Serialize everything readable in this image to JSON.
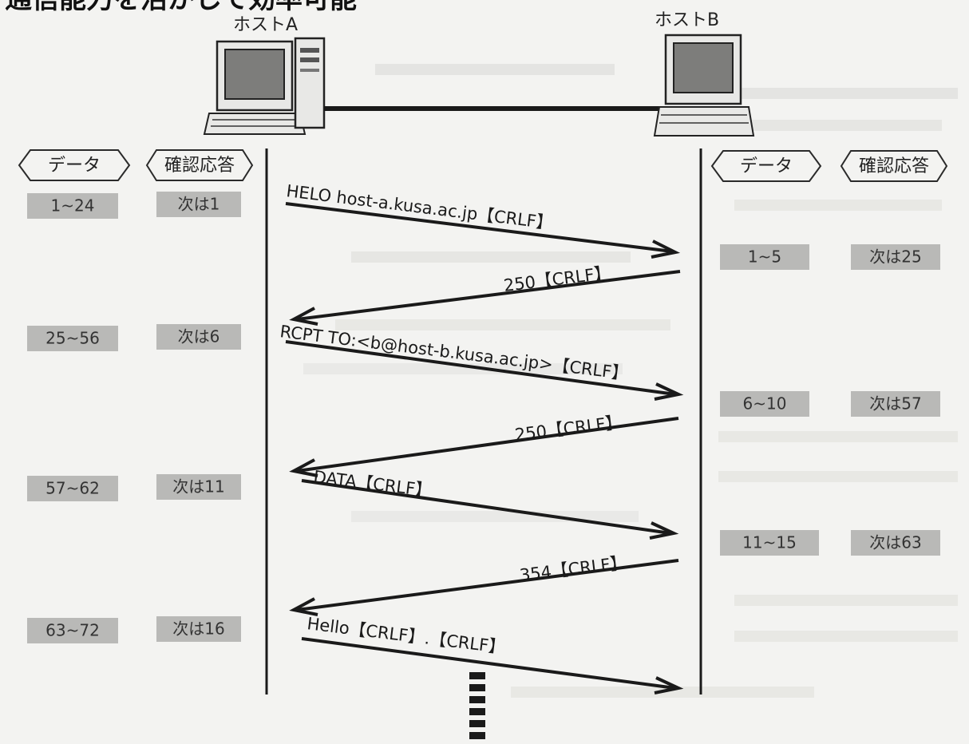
{
  "page_title": "通信能力を活かして効率可能",
  "hosts": {
    "a": {
      "label": "ホストA"
    },
    "b": {
      "label": "ホストB"
    }
  },
  "headers": {
    "left_data": "データ",
    "left_ack": "確認応答",
    "right_data": "データ",
    "right_ack": "確認応答"
  },
  "left_rows": [
    {
      "data": "1~24",
      "ack": "次は1"
    },
    {
      "data": "25~56",
      "ack": "次は6"
    },
    {
      "data": "57~62",
      "ack": "次は11"
    },
    {
      "data": "63~72",
      "ack": "次は16"
    }
  ],
  "right_rows": [
    {
      "data": "1~5",
      "ack": "次は25"
    },
    {
      "data": "6~10",
      "ack": "次は57"
    },
    {
      "data": "11~15",
      "ack": "次は63"
    }
  ],
  "messages": [
    {
      "text": "HELO host-a.kusa.ac.jp【CRLF】",
      "direction": "a-to-b"
    },
    {
      "text": "250【CRLF】",
      "direction": "b-to-a"
    },
    {
      "text": "RCPT TO:<b@host-b.kusa.ac.jp>【CRLF】",
      "direction": "a-to-b"
    },
    {
      "text": "250【CRLF】",
      "direction": "b-to-a"
    },
    {
      "text": "DATA【CRLF】",
      "direction": "a-to-b"
    },
    {
      "text": "354【CRLF】",
      "direction": "b-to-a"
    },
    {
      "text": "Hello【CRLF】.【CRLF】",
      "direction": "a-to-b"
    }
  ]
}
